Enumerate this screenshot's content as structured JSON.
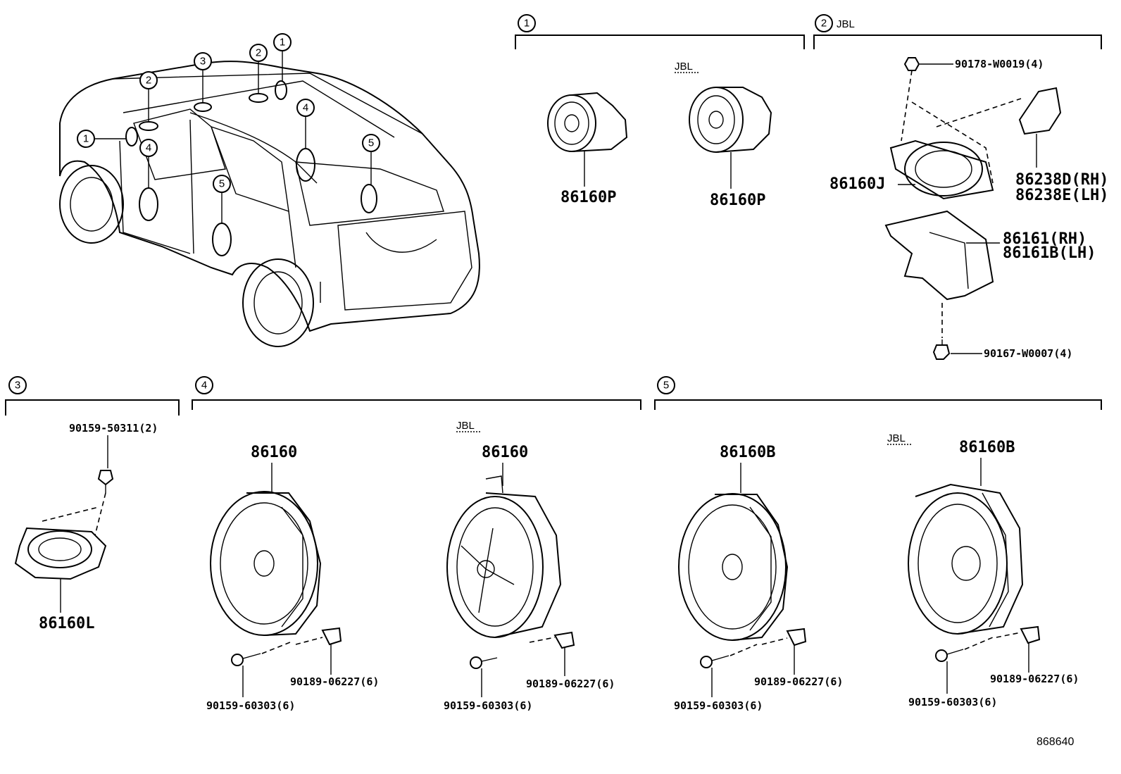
{
  "diagram_id": "868640",
  "callouts": [
    "1",
    "2",
    "3",
    "4",
    "5"
  ],
  "jbl_label": "JBL",
  "group1": {
    "number": "1",
    "parts": [
      {
        "part": "86160P"
      },
      {
        "part": "86160P",
        "variant": "JBL"
      }
    ]
  },
  "group2": {
    "number": "2",
    "variant": "JBL",
    "parts": [
      {
        "part": "90178-W0019(4)"
      },
      {
        "part": "86160J"
      },
      {
        "part": "86238D(RH)"
      },
      {
        "part": "86238E(LH)"
      },
      {
        "part": "86161(RH)"
      },
      {
        "part": "86161B(LH)"
      },
      {
        "part": "90167-W0007(4)"
      }
    ]
  },
  "group3": {
    "number": "3",
    "parts": [
      {
        "part": "90159-50311(2)"
      },
      {
        "part": "86160L"
      }
    ]
  },
  "group4": {
    "number": "4",
    "parts": [
      {
        "part": "86160"
      },
      {
        "part": "90189-06227(6)"
      },
      {
        "part": "90159-60303(6)"
      },
      {
        "part": "86160",
        "variant": "JBL"
      },
      {
        "part": "90189-06227(6)"
      },
      {
        "part": "90159-60303(6)"
      }
    ]
  },
  "group5": {
    "number": "5",
    "parts": [
      {
        "part": "86160B"
      },
      {
        "part": "90189-06227(6)"
      },
      {
        "part": "90159-60303(6)"
      },
      {
        "part": "86160B",
        "variant": "JBL"
      },
      {
        "part": "90189-06227(6)"
      },
      {
        "part": "90159-60303(6)"
      }
    ]
  }
}
